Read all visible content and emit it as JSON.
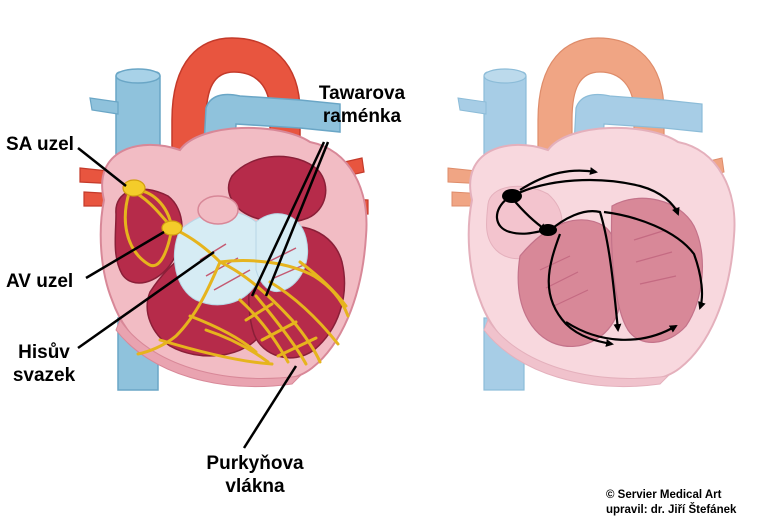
{
  "labels": {
    "sa_node": "SA uzel",
    "tawara_line1": "Tawarova",
    "tawara_line2": "raménka",
    "av_node": "AV uzel",
    "his_line1": "Hisův",
    "his_line2": "svazek",
    "purkinje_line1": "Purkyňova",
    "purkinje_line2": "vlákna"
  },
  "credit": {
    "line1": "© Servier Medical Art",
    "line2": "upravil: dr. Jiří Štefánek"
  },
  "colors": {
    "vein_blue": "#8fc2dc",
    "aorta_red": "#e8553f",
    "heart_pink": "#f2bcc4",
    "chamber_red": "#b62b4a",
    "conduction_yellow": "#e6b41d",
    "node_yellow": "#f4cc2a",
    "faded_aorta": "#f0a584",
    "faded_vein": "#a7cde6",
    "faded_pink": "#f8d8de",
    "faded_chamber": "#d88898"
  }
}
